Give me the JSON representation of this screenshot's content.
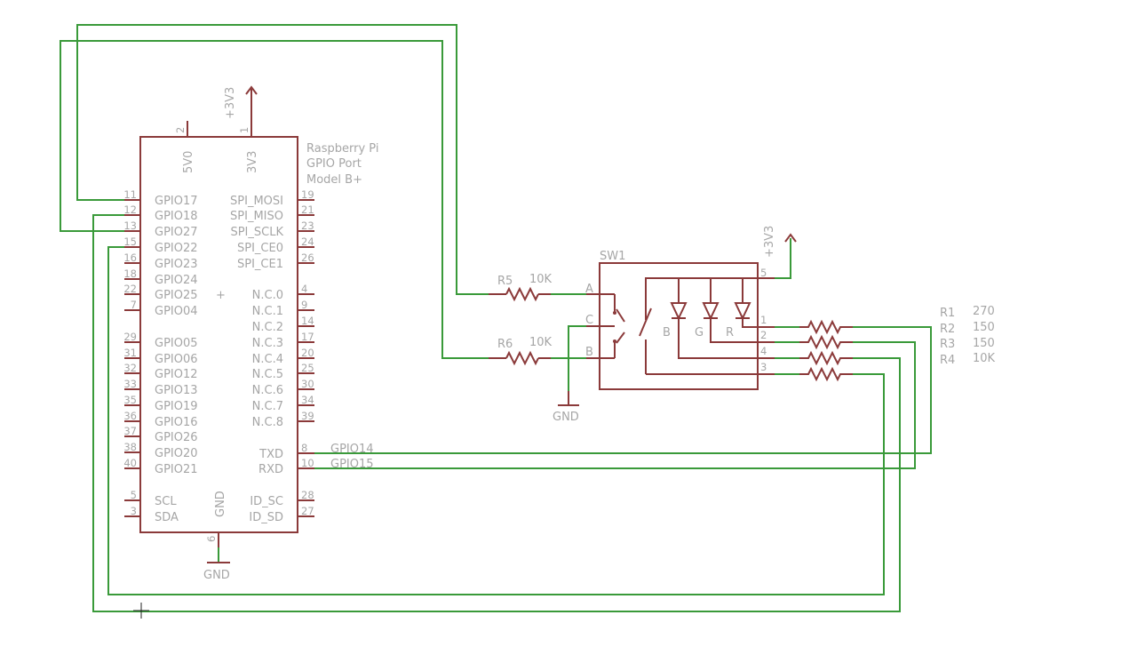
{
  "rpi": {
    "name_lines": [
      "Raspberry Pi",
      "GPIO Port",
      "Model B+"
    ],
    "top_pins": [
      {
        "num": "2",
        "name": "5V0"
      },
      {
        "num": "1",
        "name": "3V3"
      }
    ],
    "supply_label": "+3V3",
    "gnd_pin": {
      "num": "6",
      "name": "GND"
    },
    "gnd_label": "GND",
    "plus_mark": "+",
    "left_pins": [
      {
        "num": "11",
        "name": "GPIO17"
      },
      {
        "num": "12",
        "name": "GPIO18"
      },
      {
        "num": "13",
        "name": "GPIO27"
      },
      {
        "num": "15",
        "name": "GPIO22"
      },
      {
        "num": "16",
        "name": "GPIO23"
      },
      {
        "num": "18",
        "name": "GPIO24"
      },
      {
        "num": "22",
        "name": "GPIO25"
      },
      {
        "num": "7",
        "name": "GPIO04"
      },
      {
        "num": "29",
        "name": "GPIO05"
      },
      {
        "num": "31",
        "name": "GPIO06"
      },
      {
        "num": "32",
        "name": "GPIO12"
      },
      {
        "num": "33",
        "name": "GPIO13"
      },
      {
        "num": "35",
        "name": "GPIO19"
      },
      {
        "num": "36",
        "name": "GPIO16"
      },
      {
        "num": "37",
        "name": "GPIO26"
      },
      {
        "num": "38",
        "name": "GPIO20"
      },
      {
        "num": "40",
        "name": "GPIO21"
      },
      {
        "num": "5",
        "name": "SCL"
      },
      {
        "num": "3",
        "name": "SDA"
      }
    ],
    "right_pins": [
      {
        "num": "19",
        "name": "SPI_MOSI"
      },
      {
        "num": "21",
        "name": "SPI_MISO"
      },
      {
        "num": "23",
        "name": "SPI_SCLK"
      },
      {
        "num": "24",
        "name": "SPI_CE0"
      },
      {
        "num": "26",
        "name": "SPI_CE1"
      },
      {
        "num": "4",
        "name": "N.C.0"
      },
      {
        "num": "9",
        "name": "N.C.1"
      },
      {
        "num": "14",
        "name": "N.C.2"
      },
      {
        "num": "17",
        "name": "N.C.3"
      },
      {
        "num": "20",
        "name": "N.C.4"
      },
      {
        "num": "25",
        "name": "N.C.5"
      },
      {
        "num": "30",
        "name": "N.C.6"
      },
      {
        "num": "34",
        "name": "N.C.7"
      },
      {
        "num": "39",
        "name": "N.C.8"
      },
      {
        "num": "8",
        "name": "TXD"
      },
      {
        "num": "10",
        "name": "RXD"
      },
      {
        "num": "28",
        "name": "ID_SC"
      },
      {
        "num": "27",
        "name": "ID_SD"
      }
    ]
  },
  "nets": {
    "gpio14": "GPIO14",
    "gpio15": "GPIO15"
  },
  "sw1": {
    "name": "SW1",
    "supply_label": "+3V3",
    "gnd_label": "GND",
    "pins": {
      "a": "A",
      "b": "B",
      "c": "C",
      "p1": "1",
      "p2": "2",
      "p3": "3",
      "p4": "4",
      "p5": "5"
    },
    "leds": {
      "blue": "B",
      "green": "G",
      "red": "R"
    }
  },
  "resistors": {
    "r5": {
      "name": "R5",
      "value": "10K"
    },
    "r6": {
      "name": "R6",
      "value": "10K"
    },
    "r1": {
      "name": "R1",
      "value": "270"
    },
    "r2": {
      "name": "R2",
      "value": "150"
    },
    "r3": {
      "name": "R3",
      "value": "150"
    },
    "r4": {
      "name": "R4",
      "value": "10K"
    }
  }
}
